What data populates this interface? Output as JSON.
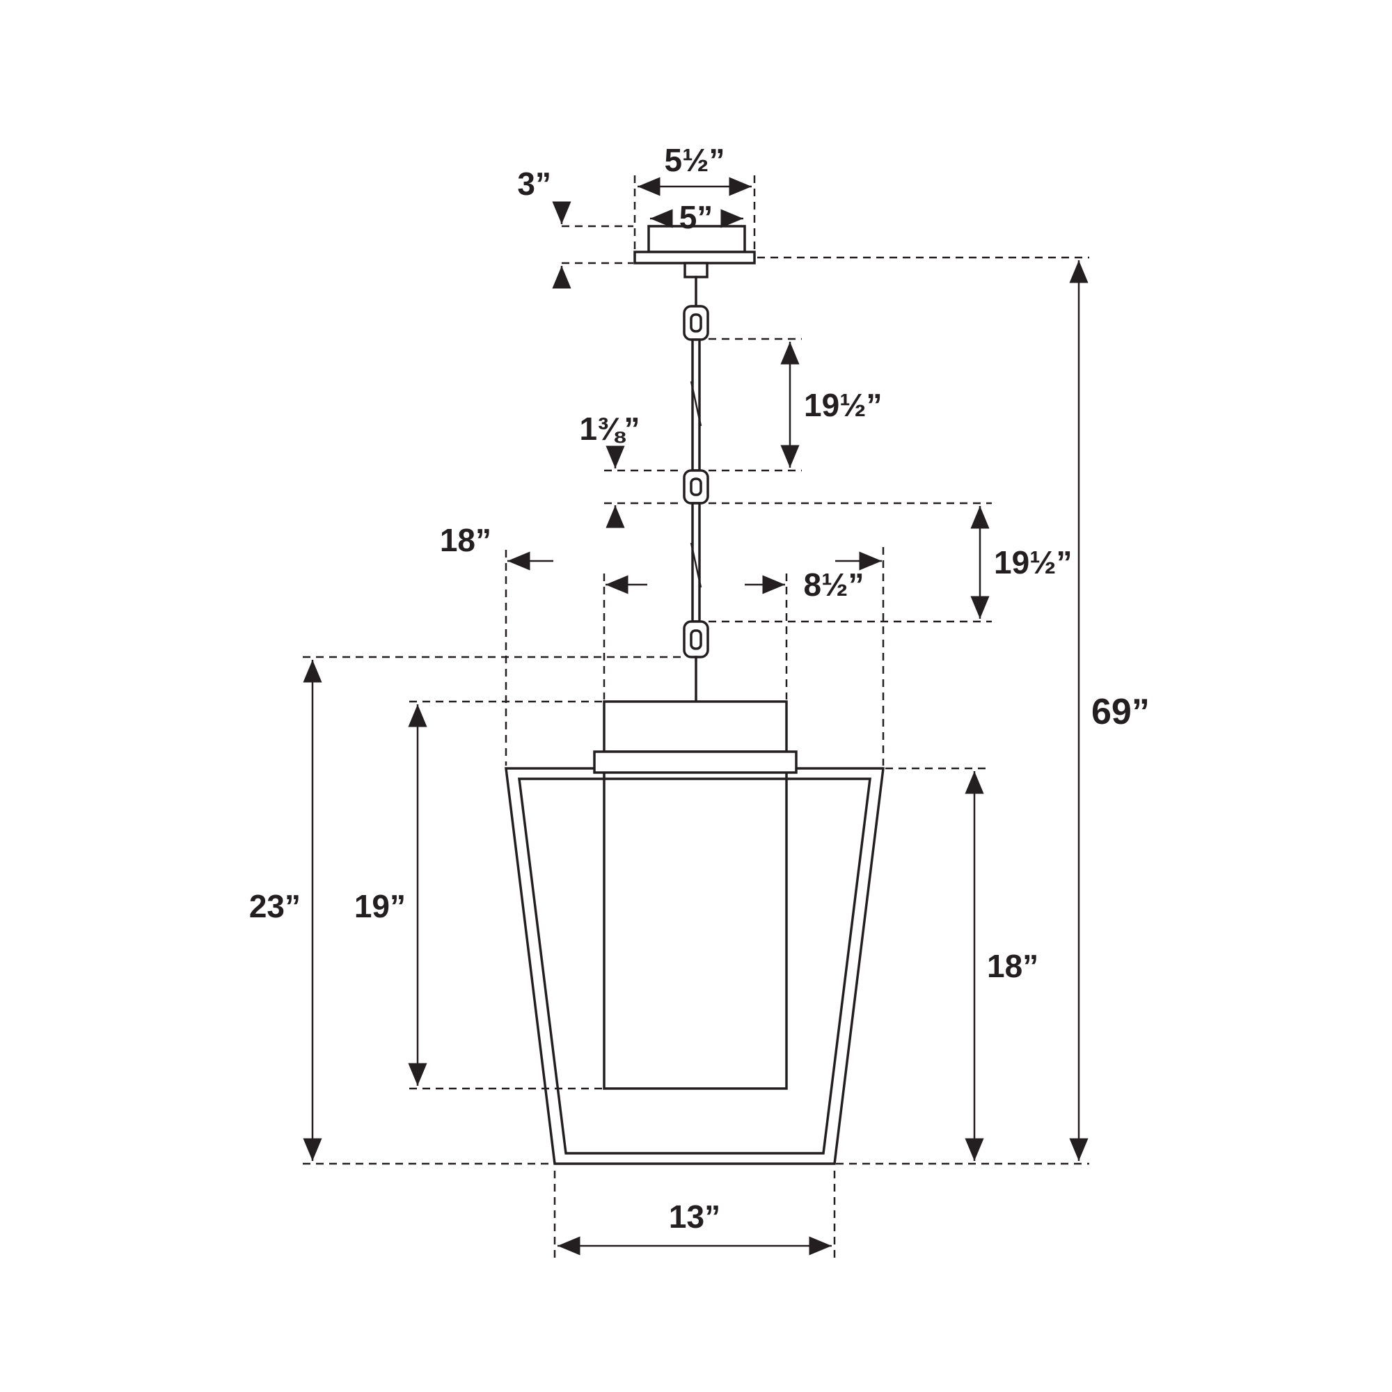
{
  "diagram": {
    "type": "lighting-fixture-dimension-drawing",
    "subject": "pendant-lantern-with-chain-and-canopy",
    "colors": {
      "line": "#231f20",
      "background": "#ffffff"
    },
    "labels": {
      "canopy_outer_width": "5½”",
      "canopy_inner_width": "5”",
      "canopy_height": "3”",
      "upper_stem_length": "19½”",
      "chain_link_length": "1⅜”",
      "lower_stem_length": "19½”",
      "overall_height": "69”",
      "lantern_top_width": "18”",
      "inner_shade_width": "8½”",
      "lantern_total_height": "23”",
      "inner_shade_height": "19”",
      "lantern_frame_height": "18”",
      "lantern_bottom_width": "13”"
    }
  }
}
